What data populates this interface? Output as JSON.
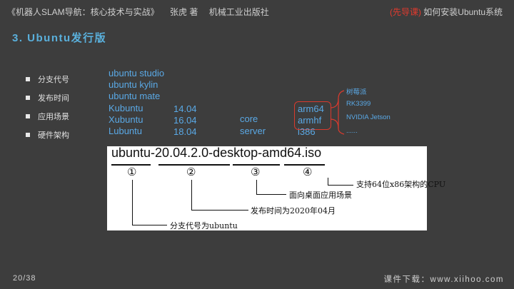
{
  "header": {
    "book_title": "《机器人SLAM导航：核心技术与实战》",
    "author": "张虎 著",
    "publisher": "机械工业出版社",
    "tag": "(先导课)",
    "lesson": "如何安装Ubuntu系统"
  },
  "slide": {
    "title": "3. Ubuntu发行版",
    "bullets": [
      "分支代号",
      "发布时间",
      "应用场景",
      "硬件架构"
    ],
    "branches": [
      "ubuntu studio",
      "ubuntu kylin",
      "ubuntu mate",
      "Kubuntu",
      "Xubuntu",
      "Lubuntu"
    ],
    "versions": [
      "14.04",
      "16.04",
      "18.04"
    ],
    "scenes": [
      "core",
      "server"
    ],
    "archs": [
      "arm64",
      "armhf",
      "i386"
    ],
    "boards": [
      "树莓派",
      "RK3399",
      "NVIDIA Jetson",
      "......"
    ],
    "filename": "ubuntu-20.04.2.0-desktop-amd64.iso",
    "markers": [
      "①",
      "②",
      "③",
      "④"
    ],
    "annotations": {
      "arch": "支持64位x86架构的CPU",
      "scene": "面向桌面应用场景",
      "date": "发布时间为2020年04月",
      "branch": "分支代号为ubuntu"
    }
  },
  "footer": {
    "page": "20/38",
    "site": "课件下载：www.xiihoo.com"
  },
  "colors": {
    "background": "#3d3d3d",
    "title": "#5ab0dc",
    "item_blue": "#5aa9e6",
    "highlight_red": "#d93a2e"
  }
}
